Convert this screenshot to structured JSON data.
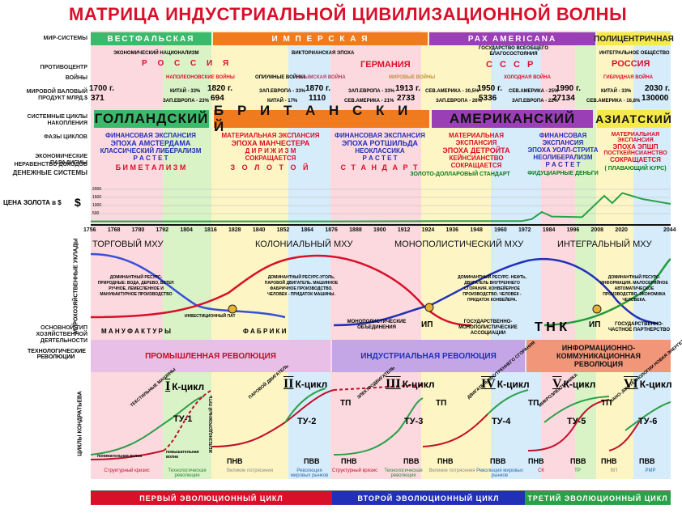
{
  "title": "МАТРИЦА ИНДУСТРИАЛЬНОЙ ЦИВИЛИЗАЦИОННОЙ ВОЛНЫ",
  "row_labels": {
    "world_systems": "МИР-СИСТЕМЫ",
    "counter_center": "ПРОТИВОЦЕНТР",
    "wars": "ВОЙНЫ",
    "gdp": "МИРОВОЙ ВАЛОВЫЙ ПРОДУКТ МЛРД.$",
    "accumulation": "СИСТЕМНЫЕ ЦИКЛЫ НАКОПЛЕНИЯ",
    "phases": "ФАЗЫ ЦИКЛОВ",
    "paradigms": "ЭКОНОМИЧЕСКИЕ ПАРАДИГМЫ",
    "inequality": "НЕРАВЕНСТВО ДОХОДОВ",
    "money": "ДЕНЕЖНЫЕ СИСТЕМЫ",
    "gold": "ЦЕНА ЗОЛОТА в $",
    "micro": "МИРОХОЗЯЙСТВЕННЫЕ УКЛАДЫ",
    "activity": "ОСНОВНОЙ ТИП ХОЗЯЙСТВЕННОЙ ДЕЯТЕЛЬНОСТИ",
    "tech_rev": "ТЕХНОЛОГИЧЕСКИЕ РЕВОЛЮЦИИ",
    "kondratiev": "ЦИКЛЫ КОНДРАТЬЕВА"
  },
  "world_systems": [
    "ВЕСТФАЛЬСКАЯ",
    "И М П Е Р С К А Я",
    "PAX AMERICANA",
    "ПОЛИЦЕНТРИЧНАЯ"
  ],
  "counter_center": {
    "nat": "ЭКОНОМИЧЕСКИЙ НАЦИОНАЛИЗМ",
    "russia": "Р О С С И Я",
    "napoleon": "НАПОЛЕОНОВСКИЕ ВОЙНЫ",
    "victorian": "ВИКТОРИАНСКАЯ ЭПОХА",
    "opium": "ОПИУМНЫЕ ВОЙНЫ",
    "crimean": "КРЫМСКАЯ ВОЙНА",
    "germany": "ГЕРМАНИЯ",
    "world_wars": "МИРОВЫЕ ВОЙНЫ",
    "welfare": "ГОСУДАРСТВО ВСЕОБЩЕГО БЛАГОСОСТОЯНИЯ",
    "ussr": "С С С Р",
    "cold": "ХОЛОДНАЯ ВОЙНА",
    "integral": "ИНТЕГРАЛЬНОЕ ОБЩЕСТВО",
    "russia2": "РОССИЯ",
    "hybrid": "ГИБРИДНАЯ ВОЙНА"
  },
  "gdp": {
    "y1700": "1700 г.",
    "v1700": "371",
    "china1": "КИТАЙ - 33%",
    "eur1": "ЗАП.ЕВРОПА - 23%",
    "y1820": "1820 г.",
    "v1820": "694",
    "eur2": "ЗАП.ЕВРОПА - 33%",
    "china2": "КИТАЙ - 17%",
    "y1870": "1870 г.",
    "v1870": "1110",
    "eur3": "ЗАП.ЕВРОПА - 33%",
    "am3": "СЕВ.АМЕРИКА - 21%",
    "y1913": "1913 г.",
    "v1913": "2733",
    "am4": "СЕВ.АМЕРИКА - 30,5%",
    "eur4": "ЗАП.ЕВРОПА - 26%",
    "y1950": "1950 г.",
    "v1950": "5336",
    "am5": "СЕВ.АМЕРИКА - 25%",
    "eur5": "ЗАП.ЕВРОПА - 22%",
    "y1990": "1990 г.",
    "v1990": "27134",
    "china6": "КИТАЙ - 33%",
    "am6": "СЕВ.АМЕРИКА - 16,8%",
    "y2030": "2030 г.",
    "v2030": "130000"
  },
  "accumulation": [
    "ГОЛЛАНДСКИЙ",
    "Б Р И Т А Н С К И Й",
    "АМЕРИКАНСКИЙ",
    "АЗИАТСКИЙ"
  ],
  "phases": {
    "c1a": "ФИНАНСОВАЯ ЭКСПАНСИЯ",
    "c1b": "ЭПОХА АМСТЕРДАМА",
    "c1c": "КЛАССИЧЕСКИЙ ЛИБЕРАЛИЗМ",
    "c1d": "Р А С Т Е Т",
    "c1e": "Б И М Е Т А Л И З М",
    "c2a": "МАТЕРИАЛЬНАЯ ЭКСПАНСИЯ",
    "c2b": "ЭПОХА МАНЧЕСТЕРА",
    "c2c": "Д И Р И Ж И З М",
    "c2d": "СОКРАЩАЕТСЯ",
    "c2e": "З О Л О Т О Й",
    "c3a": "ФИНАНСОВАЯ ЭКСПАНСИЯ",
    "c3b": "ЭПОХА РОТШИЛЬДА",
    "c3c": "НЕОКЛАССИКА",
    "c3d": "Р А С Т Е Т",
    "c3e": "С Т А Н Д А Р Т",
    "c4a": "МАТЕРИАЛЬНАЯ ЭКСПАНСИЯ",
    "c4b": "ЭПОХА ДЕТРОЙТА",
    "c4c": "КЕЙНСИАНСТВО",
    "c4d": "СОКРАЩАЕТСЯ",
    "c4e": "ЗОЛОТО-ДОЛЛАРОВЫЙ СТАНДАРТ",
    "c5a": "ФИНАНСОВАЯ ЭКСПАНСИЯ",
    "c5b": "ЭПОХА УОЛЛ-СТРИТА",
    "c5c": "НЕОЛИБЕРАЛИЗМ",
    "c5d": "Р А С Т Е Т",
    "c5e": "ФИДУЦИАРНЫЕ ДЕНЬГИ",
    "c6a": "МАТЕРИАЛЬНАЯ ЭКСПАНСИЯ",
    "c6b": "ЭПОХА ЭПШП",
    "c6c": "ПОСТКЕЙНСИАНСТВО",
    "c6d": "СОКРАЩАЕТСЯ",
    "c6e": "( ПЛАВАЮЩИЙ КУРС)"
  },
  "gold_ticks": [
    "2000",
    "1500",
    "1000",
    "500"
  ],
  "gold_series": {
    "years": [
      1756,
      1790,
      1834,
      1880,
      1934,
      1970,
      1975,
      1980,
      1985,
      2000,
      2011,
      2015,
      2020,
      2030,
      2044
    ],
    "price": [
      20,
      20,
      21,
      21,
      35,
      36,
      160,
      600,
      320,
      280,
      1600,
      1150,
      1770,
      1400,
      1100
    ]
  },
  "years": [
    "1756",
    "1768",
    "1780",
    "1792",
    "1804",
    "1816",
    "1828",
    "1840",
    "1852",
    "1864",
    "1876",
    "1888",
    "1900",
    "1912",
    "1924",
    "1936",
    "1948",
    "1960",
    "1972",
    "1984",
    "1996",
    "2008",
    "2020",
    "2044"
  ],
  "mxu": {
    "trade": "ТОРГОВЫЙ МХУ",
    "colonial": "КОЛОНИАЛЬНЫЙ МХУ",
    "monopol": "МОНОПОЛИСТИЧЕСКИЙ МХУ",
    "integral": "ИНТЕГРАЛЬНЫЙ МХУ",
    "d1": "ДОМИНАНТНЫЙ РЕСУРС- ПРИРОДНЫЕ: ВОДА, ДЕРЕВО, ВЕТЕР. РУЧНОЕ, ЛЕМЕСЛЕННОЕ И МАНУФАКТУРНОЕ ПРОИЗВОДСТВО",
    "d2": "ДОМИНАНТНЫЙ РЕСУРС-УГОЛЬ, ПАРОВОЙ ДВИГАТЕЛЬ. МАШИННОЕ ФАБРИЧНОЕ ПРОИЗВОДСТВО. ЧЕЛОВЕК - ПРИДАТОК МАШИНЫ.",
    "d3": "ДОМИНАНТНЫЙ РЕСУРС- НЕФТЬ, ДВИГАТЕЛЬ ВНУТРЕННЕГО СГОРАНИЯ. КОНВЕЙЕРНОЕ ПРОИЗВОДСТВО. ЧЕЛОВЕК - ПРИДАТОК КОНВЕЙЕРА.",
    "d4": "ДОМИНАНТНЫЙ РЕСУРС- ИНФОРМАЦИЯ. МАЛОСЕРИЙНОЕ АВТОМАТИЧЕСКОЕ ПРОИЗВОДСТВО. ЭКОНОМИКА ЧЕЛОВЕКА.",
    "invest": "ИНВЕСТИЦИОННЫЙ ПАТ",
    "ip": "ИП"
  },
  "activity": {
    "manuf": "М А Н У Ф А К Т У Р Ы",
    "fabr": "Ф А Б Р И К И",
    "mono": "МОНОПОЛИСТИЧЕСКИЕ ОБЪЕДИНЕНИЯ",
    "gos": "ГОСУДАРСТВЕННО- МОНОПОЛИСТИЧЕСКИЕ АССОЦИАЦИИ",
    "tnk": "Т Н К",
    "gcp": "ГОСУДАРСТВЕННО- ЧАСТНОЕ ПАРТНЕРСТВО"
  },
  "revolutions": [
    "ПРОМЫШЛЕННАЯ РЕВОЛЮЦИЯ",
    "ИНДУСТРИАЛЬНАЯ РЕВОЛЮЦИЯ",
    "ИНФОРМАЦИОННО- КОММУНИКАЦИОННАЯ РЕВОЛЮЦИЯ"
  ],
  "kondratiev": {
    "k": [
      {
        "roman": "I",
        "name": "К-цикл",
        "tu": "ТУ-1",
        "curve": "ТЕКСТИЛЬНЫЕ МАШИНЫ"
      },
      {
        "roman": "II",
        "name": "К-цикл",
        "tu": "ТУ-2",
        "curve": "ПАРОВОЙ ДВИГАТЕЛЬ"
      },
      {
        "roman": "III",
        "name": "К-цикл",
        "tu": "ТУ-3",
        "curve": "ЭЛЕКТРОДВИГАТЕЛЬ"
      },
      {
        "roman": "IV",
        "name": "К-цикл",
        "tu": "ТУ-4",
        "curve": "ДВИГАТЕЛЬ ВНУТРЕННЕГО СГОРАНИЯ"
      },
      {
        "roman": "V",
        "name": "К-цикл",
        "tu": "ТУ-5",
        "curve": "МИКРОЭЛЕКТРОНИКА"
      },
      {
        "roman": "VI",
        "name": "К-цикл",
        "tu": "ТУ-6",
        "curve": "НАНО-,БИОТЕХНОЛОГИИ НОВАЯ ЭНЕРГЕТИКА"
      }
    ],
    "rail": "ЖЕЛЕЗНОДОРОЖНЫЙ ПУТЬ",
    "down": "понижательная волна",
    "up": "повышательная волна",
    "tp": "ТП",
    "pnv": "ПНВ",
    "pvv": "ПВВ"
  },
  "crises": [
    "Структурный кризис",
    "Технологическая революция",
    "Великие потрясения",
    "Революция мировых рынков",
    "Структурный кризис",
    "Технологическая революция",
    "Великие потрясения",
    "Революция мировых рынков",
    "СК",
    "ТР",
    "ВП",
    "РМР"
  ],
  "cycles": [
    "ПЕРВЫЙ ЭВОЛЮЦИОННЫЙ ЦИКЛ",
    "ВТОРОЙ ЭВОЛЮЦИОННЫЙ ЦИКЛ",
    "ТРЕТИЙ ЭВОЛЮЦИОННЫЙ ЦИКЛ"
  ],
  "colors": {
    "pink": "#fbd9de",
    "yellow": "#fdf6c4",
    "blue": "#d6ecfa",
    "green": "#d9f2c6",
    "red": "#d8102a"
  }
}
